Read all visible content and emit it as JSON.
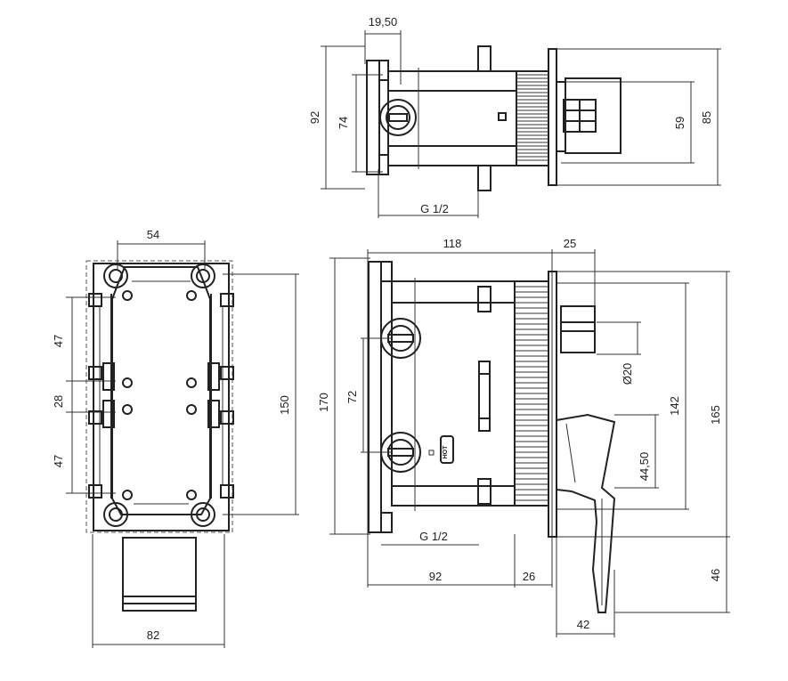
{
  "dimensions": {
    "top_width": "19,50",
    "top_height_92": "92",
    "top_height_74": "74",
    "top_height_59": "59",
    "top_height_85": "85",
    "top_thread": "G 1/2",
    "left_width_54": "54",
    "left_spacing_47_a": "47",
    "left_spacing_28": "28",
    "left_spacing_47_b": "47",
    "left_height_150": "150",
    "left_width_82": "82",
    "main_width_118": "118",
    "main_width_25": "25",
    "main_height_170": "170",
    "main_spacing_72": "72",
    "main_diameter_20": "Ø20",
    "main_height_142": "142",
    "main_height_165": "165",
    "main_height_44_50": "44,50",
    "main_thread": "G 1/2",
    "main_width_92": "92",
    "main_width_26": "26",
    "main_height_46": "46",
    "main_width_42": "42"
  },
  "markings": {
    "hot_label": "HOT"
  }
}
